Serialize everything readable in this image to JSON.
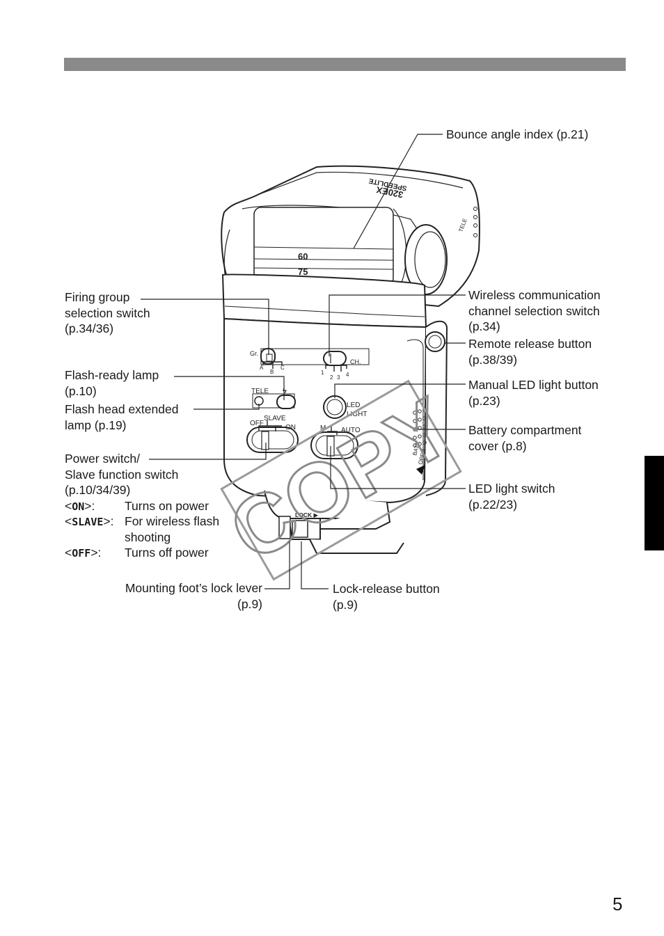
{
  "page_number": "5",
  "labels": {
    "bounce_angle": "Bounce angle index (p.21)",
    "firing_group": [
      "Firing group",
      "selection switch",
      "(p.34/36)"
    ],
    "wireless_channel": [
      "Wireless communication",
      "channel selection switch",
      "(p.34)"
    ],
    "remote_release": [
      "Remote release button",
      "(p.38/39)"
    ],
    "flash_ready": [
      "Flash-ready lamp",
      "(p.10)"
    ],
    "manual_led": [
      "Manual LED light button",
      "(p.23)"
    ],
    "flash_head_extended": [
      "Flash head extended",
      "lamp (p.19)"
    ],
    "battery_cover": [
      "Battery compartment",
      "cover (p.8)"
    ],
    "power_switch": [
      "Power switch/",
      "Slave function switch",
      "(p.10/34/39)"
    ],
    "led_switch": [
      "LED light switch",
      "(p.22/23)"
    ],
    "lock_lever": [
      "Mounting foot’s lock lever",
      "(p.9)"
    ],
    "lock_release": [
      "Lock-release button",
      "(p.9)"
    ]
  },
  "modes": [
    {
      "open": "<",
      "key": "ON",
      "close": ">:",
      "desc": "Turns on power"
    },
    {
      "open": "<",
      "key": "SLAVE",
      "close": ">:",
      "desc": "For wireless flash\nshooting"
    },
    {
      "open": "<",
      "key": "OFF",
      "close": ">:",
      "desc": "Turns off power"
    }
  ],
  "device_markings": {
    "brand": "SPEEDLITE",
    "model": "320EX",
    "angle_60": "60",
    "angle_75": "75",
    "tele_side": "TELE",
    "gr": "Gr.",
    "abc": [
      "A",
      "B",
      "C"
    ],
    "ch": "CH.",
    "ch_numbers": [
      "1",
      "2",
      "3",
      "4"
    ],
    "tele": "TELE",
    "bolt": "ϟ",
    "led": [
      "LED",
      "LIGHT"
    ],
    "off": "OFF",
    "slave": "SLAVE",
    "on": "ON",
    "m": "M",
    "auto": "AUTO",
    "batt": [
      "BATT.",
      "OPEN"
    ],
    "lock": "LOCK ▶"
  },
  "watermark": "COPY"
}
